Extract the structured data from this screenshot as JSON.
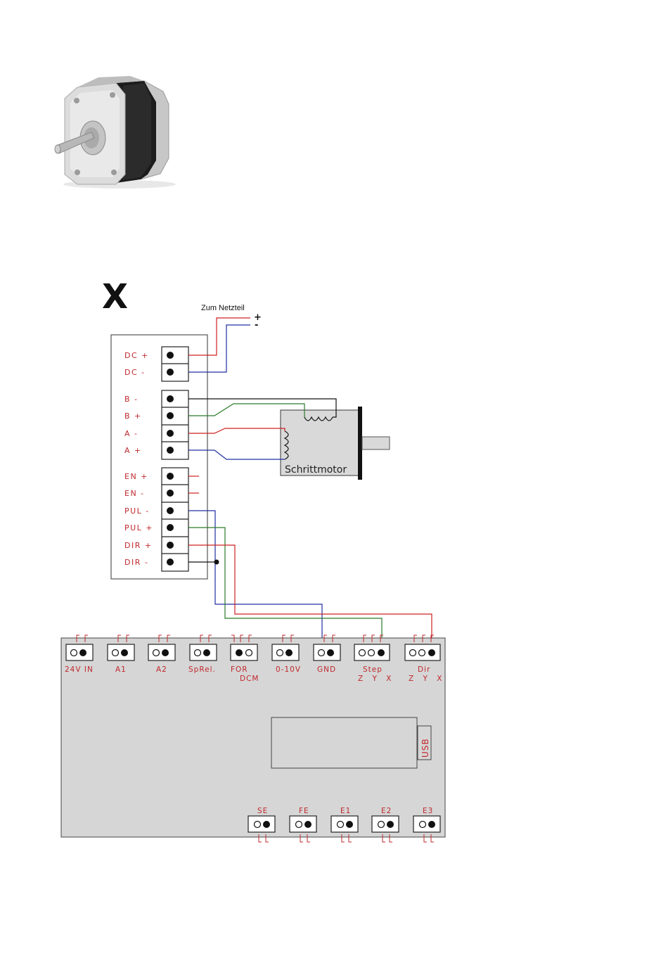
{
  "axis_label": "X",
  "power_supply": {
    "label": "Zum Netzteil",
    "plus": "+",
    "minus": "-"
  },
  "driver_terminals": {
    "power": [
      "DC +",
      "DC -"
    ],
    "motor": [
      "B -",
      "B +",
      "A -",
      "A +"
    ],
    "control": [
      "EN +",
      "EN -",
      "PUL -",
      "PUL +",
      "DIR +",
      "DIR -"
    ]
  },
  "motor_label": "Schrittmotor",
  "controller": {
    "top_connectors": [
      {
        "id": "24vin",
        "label": "24V IN",
        "sub": ""
      },
      {
        "id": "a1",
        "label": "A1",
        "sub": ""
      },
      {
        "id": "a2",
        "label": "A2",
        "sub": ""
      },
      {
        "id": "sprel",
        "label": "SpRel.",
        "sub": ""
      },
      {
        "id": "for",
        "label": "FOR",
        "sub": "DCM"
      },
      {
        "id": "0-10v",
        "label": "0-10V",
        "sub": ""
      },
      {
        "id": "gnd",
        "label": "GND",
        "sub": ""
      },
      {
        "id": "step",
        "label": "Step",
        "sub": "Z Y X"
      },
      {
        "id": "dir",
        "label": "Dir",
        "sub": "Z Y X"
      }
    ],
    "usb_label": "USB",
    "bottom_connectors": [
      {
        "id": "se",
        "label": "SE"
      },
      {
        "id": "fe",
        "label": "FE"
      },
      {
        "id": "e1",
        "label": "E1"
      },
      {
        "id": "e2",
        "label": "E2"
      },
      {
        "id": "e3",
        "label": "E3"
      }
    ]
  },
  "colors": {
    "label_red": "#c0282d",
    "wire_red": "#d02020",
    "wire_blue": "#2030a0",
    "wire_green": "#2a7a2a",
    "wire_black": "#111111",
    "controller_fill": "#d6d6d6",
    "motor_fill": "#d9d9d9"
  }
}
